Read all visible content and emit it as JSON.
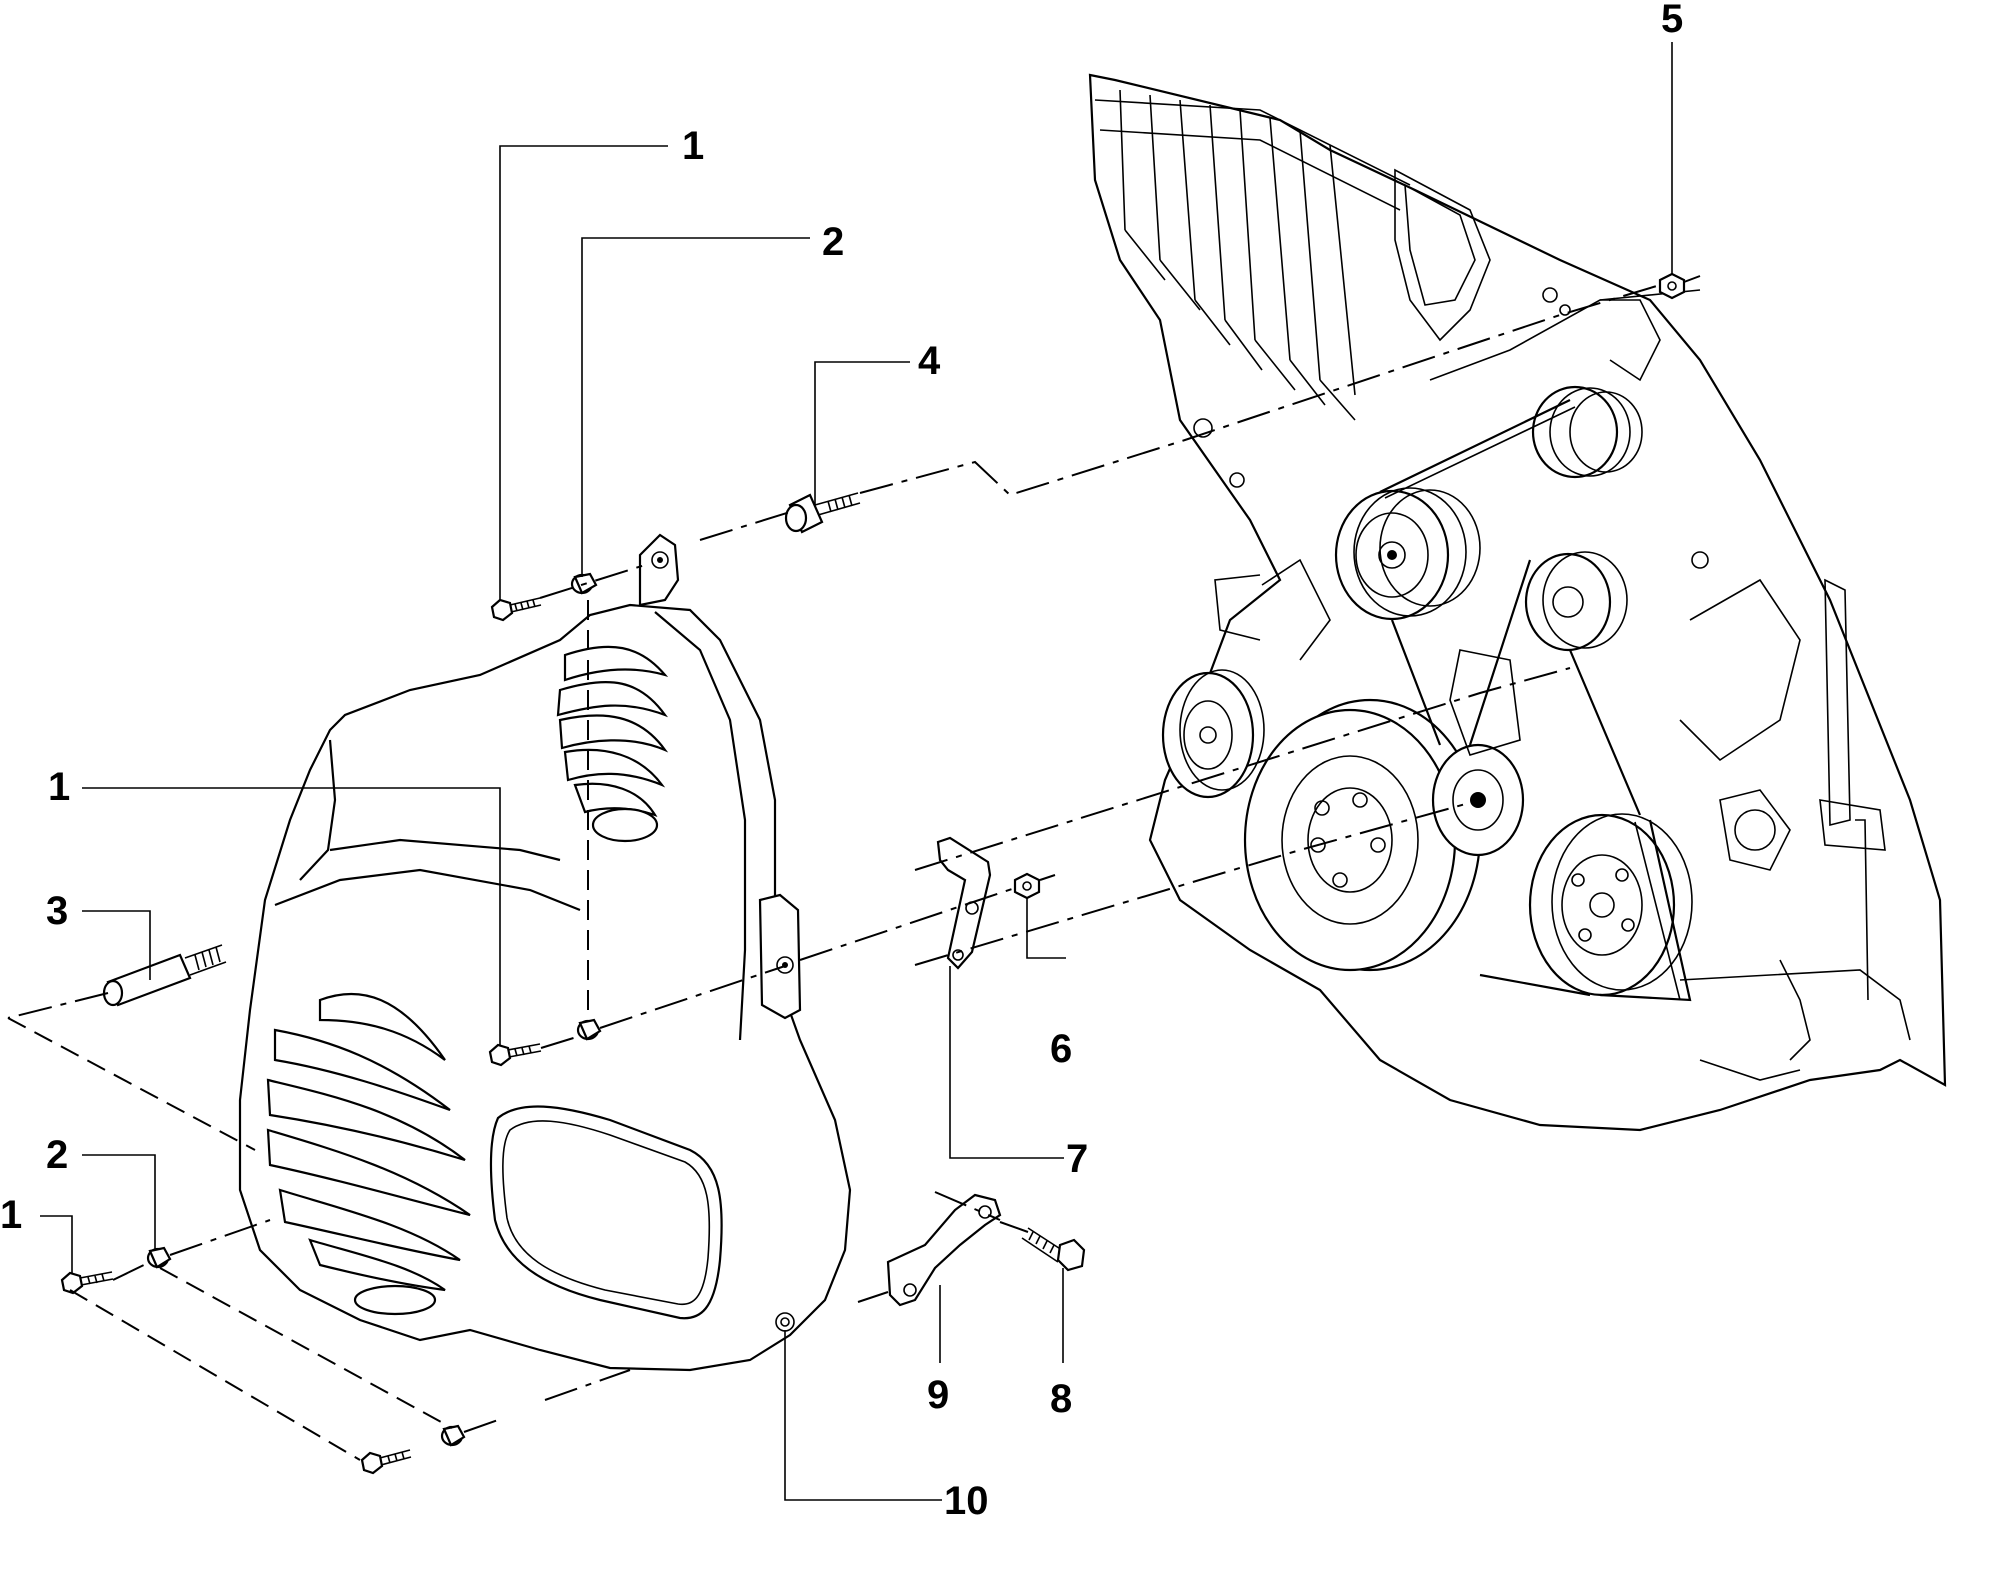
{
  "callouts": {
    "c1_top": "1",
    "c2_top": "2",
    "c4": "4",
    "c5": "5",
    "c1_mid": "1",
    "c3": "3",
    "c6": "6",
    "c7": "7",
    "c2_bottom": "2",
    "c1_bottom": "1",
    "c9": "9",
    "c8": "8",
    "c10": "10"
  }
}
